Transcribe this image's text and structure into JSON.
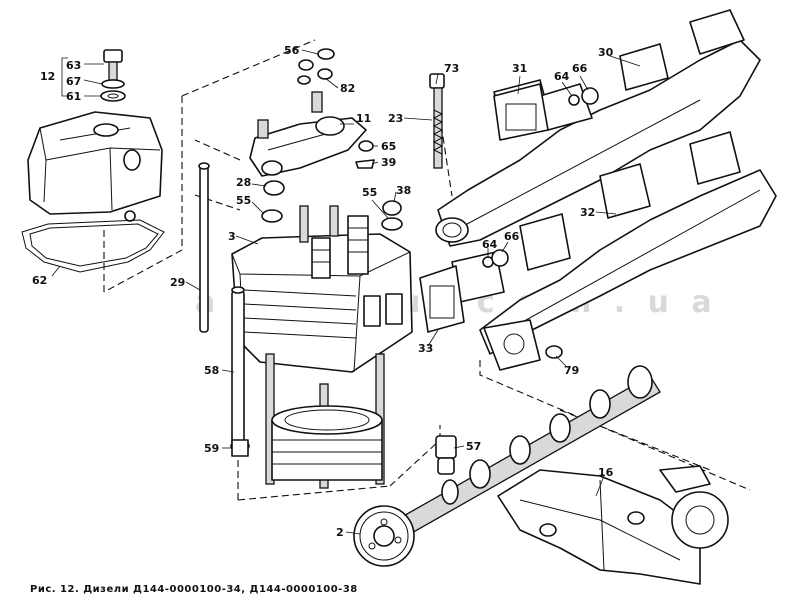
{
  "caption": "Рис. 12. Дизели Д144-0000100-34, Д144-0000100-38",
  "watermark": "a g r o r u . c o m . u a",
  "labels": {
    "p63": "63",
    "p67": "67",
    "p61": "61",
    "p12": "12",
    "p56": "56",
    "p82": "82",
    "p11": "11",
    "p65": "65",
    "p39": "39",
    "p73": "73",
    "p23": "23",
    "p31": "31",
    "p64a": "64",
    "p66a": "66",
    "p30": "30",
    "p28": "28",
    "p55a": "55",
    "p55b": "55",
    "p38": "38",
    "p3": "3",
    "p32": "32",
    "p64b": "64",
    "p66b": "66",
    "p62": "62",
    "p29": "29",
    "p33": "33",
    "p79": "79",
    "p58": "58",
    "p59": "59",
    "p57": "57",
    "p16": "16",
    "p2": "2"
  }
}
